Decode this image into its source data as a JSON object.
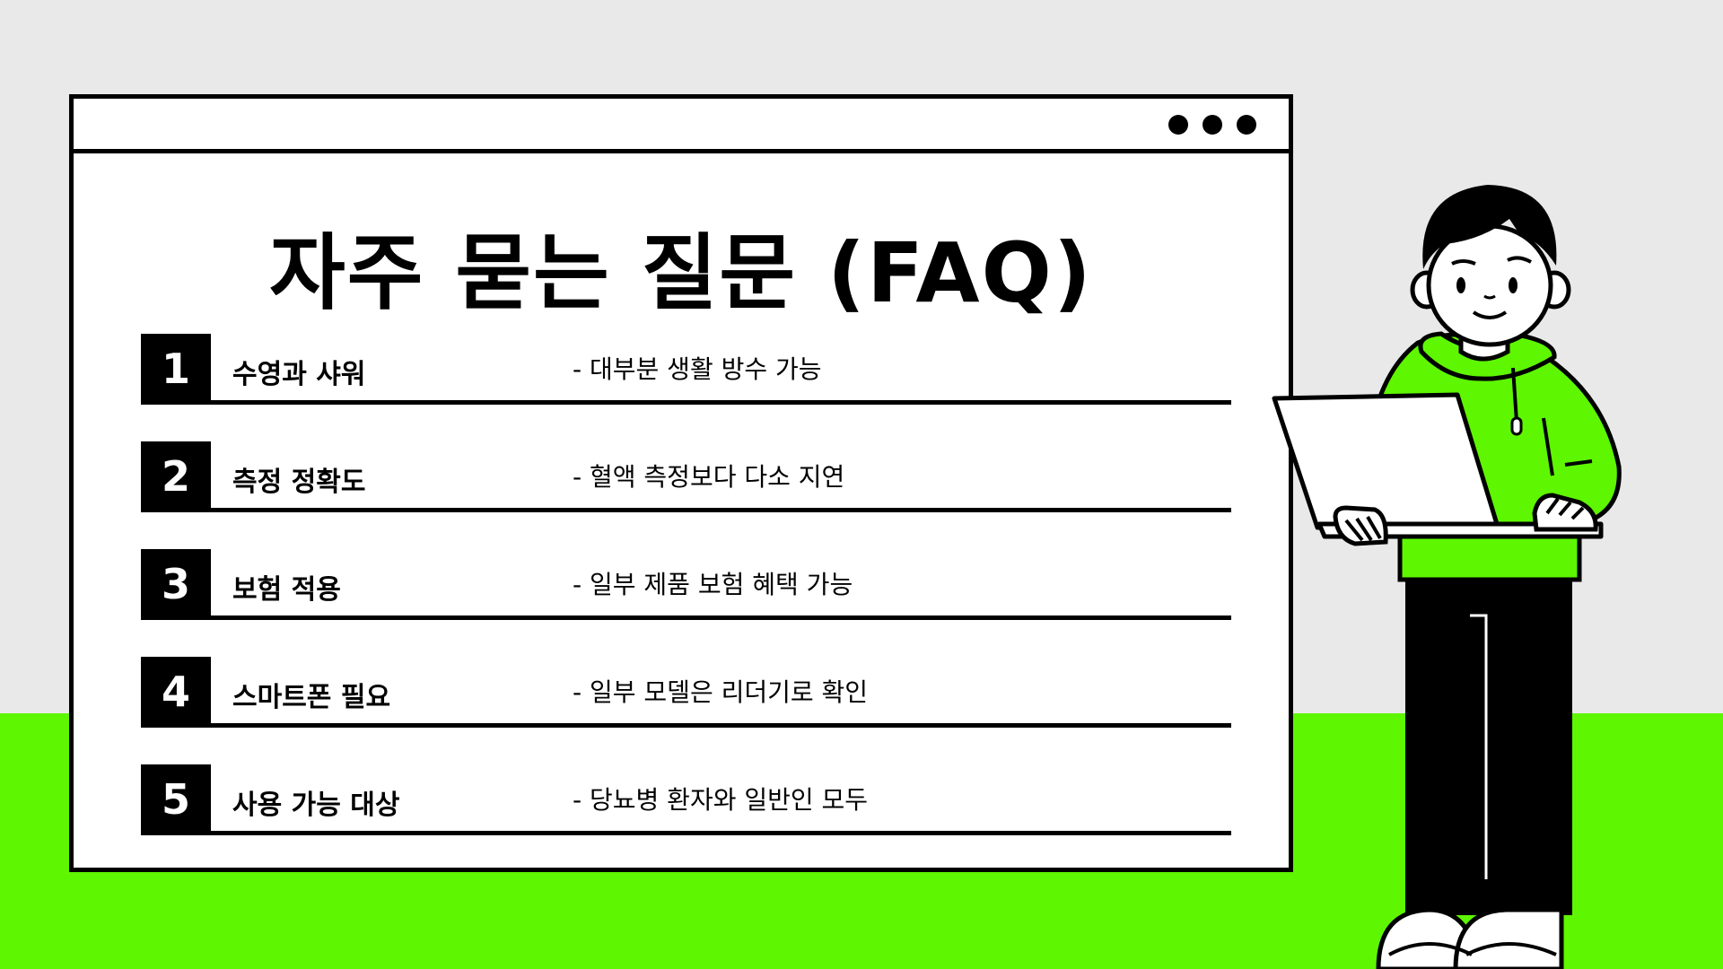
{
  "title": "자주 묻는 질문 (FAQ)",
  "faq": [
    {
      "num": "1",
      "question": "수영과 샤워",
      "answer": "- 대부분 생활 방수 가능"
    },
    {
      "num": "2",
      "question": "측정 정확도",
      "answer": "- 혈액 측정보다 다소 지연"
    },
    {
      "num": "3",
      "question": "보험 적용",
      "answer": "- 일부 제품 보험 혜택 가능"
    },
    {
      "num": "4",
      "question": "스마트폰 필요",
      "answer": "- 일부 모델은 리더기로 확인"
    },
    {
      "num": "5",
      "question": "사용 가능 대상",
      "answer": "- 당뇨병 환자와 일반인 모두"
    }
  ],
  "colors": {
    "accent": "#5ef600",
    "background": "#e9e9e9",
    "ink": "#000000"
  },
  "icons": [
    "window-dots-icon",
    "person-with-laptop-illustration"
  ]
}
